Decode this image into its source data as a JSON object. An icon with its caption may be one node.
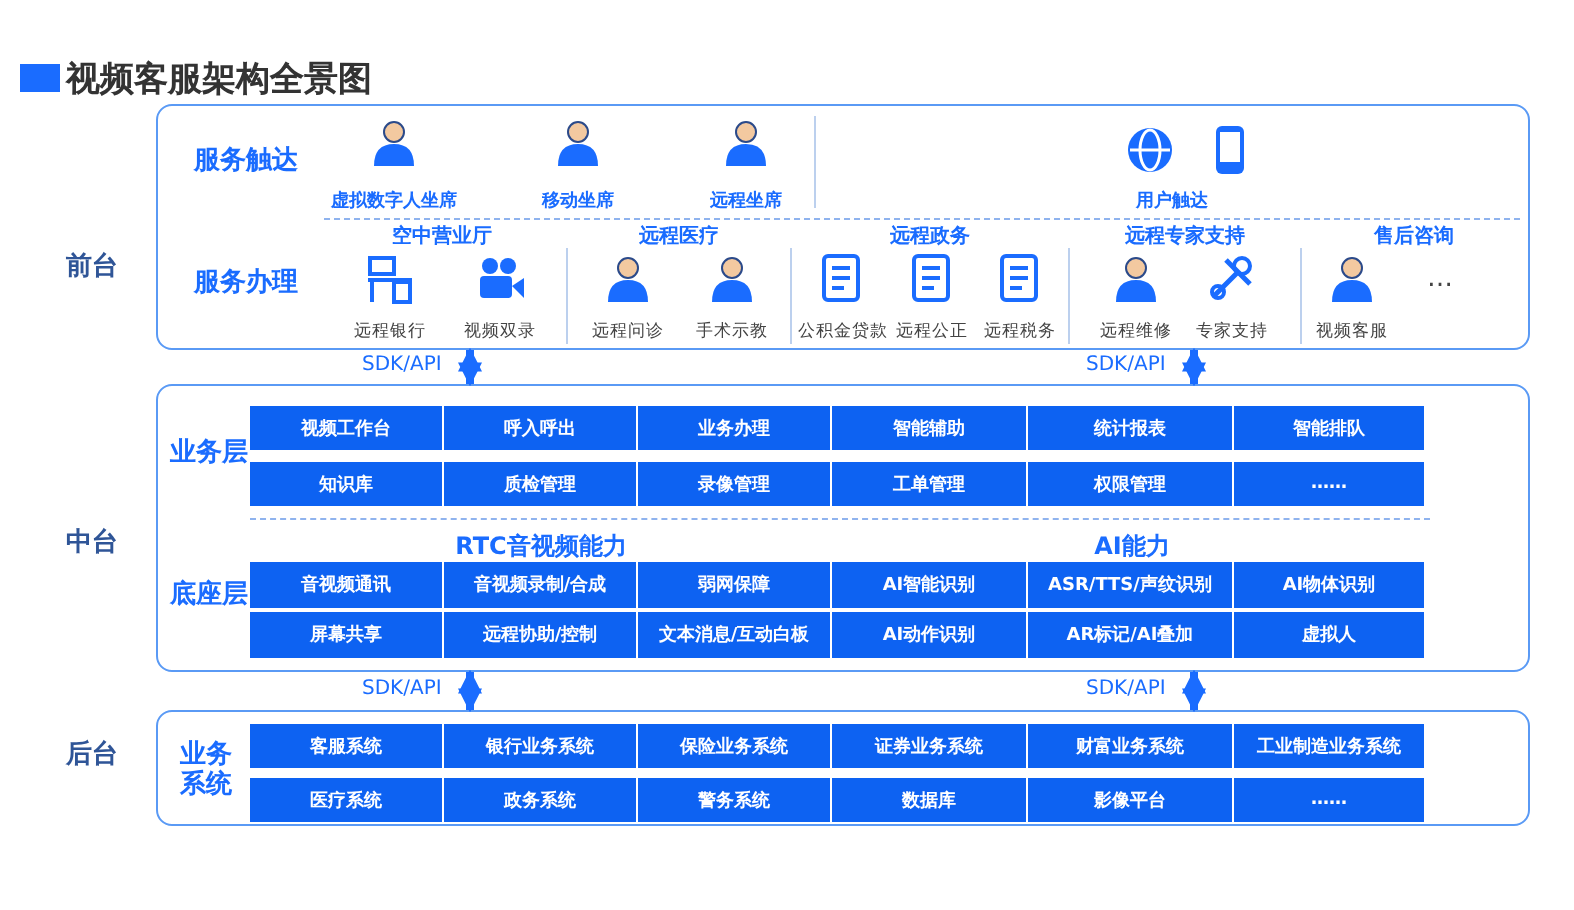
{
  "diagram": {
    "title": "视频客服架构全景图",
    "nodes": [
      {
        "text": [
          "前台"
        ]
      },
      {
        "text": [
          "服务触达"
        ],
        "in": 0
      },
      {
        "text": [
          "虚拟数字人坐席"
        ],
        "in": 1
      },
      {
        "text": [
          "移动坐席"
        ],
        "in": 1
      },
      {
        "text": [
          "远程坐席"
        ],
        "in": 1
      },
      {
        "text": [
          "用户触达"
        ],
        "in": 1
      },
      {
        "text": [
          "服务办理"
        ],
        "in": 0
      },
      {
        "text": [
          "空中营业厅"
        ],
        "in": 6
      },
      {
        "text": [
          "远程银行"
        ],
        "in": 7
      },
      {
        "text": [
          "视频双录"
        ],
        "in": 7
      },
      {
        "text": [
          "远程医疗"
        ],
        "in": 6
      },
      {
        "text": [
          "远程问诊"
        ],
        "in": 10
      },
      {
        "text": [
          "手术示教"
        ],
        "in": 10
      },
      {
        "text": [
          "远程政务"
        ],
        "in": 6
      },
      {
        "text": [
          "公积金贷款"
        ],
        "in": 13
      },
      {
        "text": [
          "远程公正"
        ],
        "in": 13
      },
      {
        "text": [
          "远程税务"
        ],
        "in": 13
      },
      {
        "text": [
          "远程专家支持"
        ],
        "in": 6
      },
      {
        "text": [
          "远程维修"
        ],
        "in": 17
      },
      {
        "text": [
          "专家支持"
        ],
        "in": 17
      },
      {
        "text": [
          "售后咨询"
        ],
        "in": 6
      },
      {
        "text": [
          "视频客服"
        ],
        "in": 20
      },
      {
        "text": [
          "…"
        ],
        "in": 20
      },
      {
        "text": [
          "中台"
        ]
      },
      {
        "text": [
          "业务层"
        ],
        "in": 23
      },
      {
        "text": [
          "视频工作台"
        ],
        "in": 24
      },
      {
        "text": [
          "呼入呼出"
        ],
        "in": 24
      },
      {
        "text": [
          "业务办理"
        ],
        "in": 24
      },
      {
        "text": [
          "智能辅助"
        ],
        "in": 24
      },
      {
        "text": [
          "统计报表"
        ],
        "in": 24
      },
      {
        "text": [
          "智能排队"
        ],
        "in": 24
      },
      {
        "text": [
          "知识库"
        ],
        "in": 24
      },
      {
        "text": [
          "质检管理"
        ],
        "in": 24
      },
      {
        "text": [
          "录像管理"
        ],
        "in": 24
      },
      {
        "text": [
          "工单管理"
        ],
        "in": 24
      },
      {
        "text": [
          "权限管理"
        ],
        "in": 24
      },
      {
        "text": [
          "……"
        ],
        "in": 24
      },
      {
        "text": [
          "底座层"
        ],
        "in": 23
      },
      {
        "text": [
          "RTC音视频能力"
        ],
        "in": 37
      },
      {
        "text": [
          "音视频通讯"
        ],
        "in": 38
      },
      {
        "text": [
          "音视频录制/合成"
        ],
        "in": 38
      },
      {
        "text": [
          "弱网保障"
        ],
        "in": 38
      },
      {
        "text": [
          "屏幕共享"
        ],
        "in": 38
      },
      {
        "text": [
          "远程协助/控制"
        ],
        "in": 38
      },
      {
        "text": [
          "文本消息/互动白板"
        ],
        "in": 38
      },
      {
        "text": [
          "AI能力"
        ],
        "in": 37
      },
      {
        "text": [
          "AI智能识别"
        ],
        "in": 45
      },
      {
        "text": [
          "ASR/TTS/声纹识别"
        ],
        "in": 45
      },
      {
        "text": [
          "AI物体识别"
        ],
        "in": 45
      },
      {
        "text": [
          "AI动作识别"
        ],
        "in": 45
      },
      {
        "text": [
          "AR标记/AI叠加"
        ],
        "in": 45
      },
      {
        "text": [
          "虚拟人"
        ],
        "in": 45
      },
      {
        "text": [
          "后台"
        ]
      },
      {
        "text": [
          "业务系统"
        ],
        "in": 52
      },
      {
        "text": [
          "客服系统"
        ],
        "in": 53
      },
      {
        "text": [
          "银行业务系统"
        ],
        "in": 53
      },
      {
        "text": [
          "保险业务系统"
        ],
        "in": 53
      },
      {
        "text": [
          "证券业务系统"
        ],
        "in": 53
      },
      {
        "text": [
          "财富业务系统"
        ],
        "in": 53
      },
      {
        "text": [
          "工业制造业务系统"
        ],
        "in": 53
      },
      {
        "text": [
          "医疗系统"
        ],
        "in": 53
      },
      {
        "text": [
          "政务系统"
        ],
        "in": 53
      },
      {
        "text": [
          "警务系统"
        ],
        "in": 53
      },
      {
        "text": [
          "数据库"
        ],
        "in": 53
      },
      {
        "text": [
          "影像平台"
        ],
        "in": 53
      },
      {
        "text": [
          "……"
        ],
        "in": 53
      }
    ],
    "edges": [
      {
        "from": 0,
        "to": 23,
        "arrow": "both",
        "label": "SDK/API"
      },
      {
        "from": 0,
        "to": 23,
        "arrow": "both",
        "label": "SDK/API"
      },
      {
        "from": 23,
        "to": 52,
        "arrow": "both",
        "label": "SDK/API"
      },
      {
        "from": 23,
        "to": 52,
        "arrow": "both",
        "label": "SDK/API"
      }
    ]
  }
}
